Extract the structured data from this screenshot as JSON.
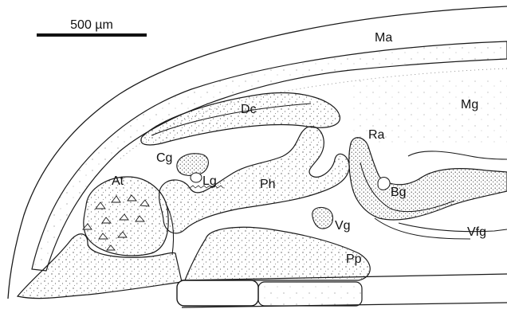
{
  "scale_bar": {
    "label": "500 µm"
  },
  "labels": {
    "ma": "Ma",
    "mg": "Mg",
    "dc": "Dc",
    "ra": "Ra",
    "cg": "Cg",
    "lg": "Lg",
    "ph": "Ph",
    "at": "At",
    "bg": "Bg",
    "vg": "Vg",
    "vfg": "Vfg",
    "pp": "Pp"
  },
  "colors": {
    "stroke": "#1a1a1a",
    "stipple": "#6b6b6b",
    "background": "#ffffff"
  }
}
